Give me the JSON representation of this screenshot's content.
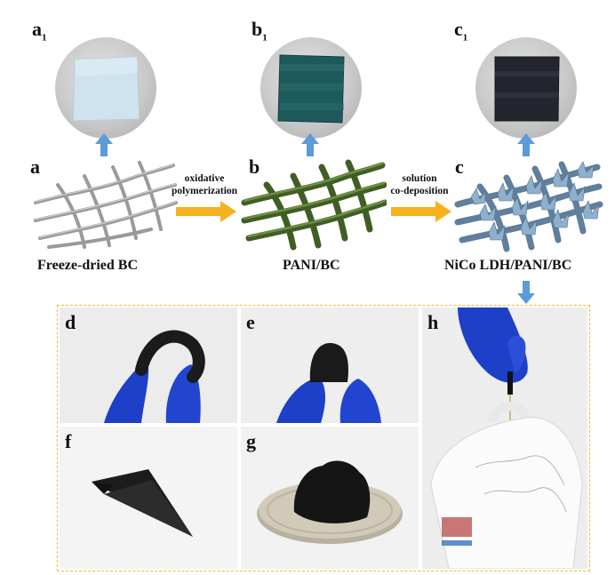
{
  "panels": {
    "a1": {
      "letter": "a",
      "sub": "1"
    },
    "b1": {
      "letter": "b",
      "sub": "1"
    },
    "c1": {
      "letter": "c",
      "sub": "1"
    },
    "a": {
      "letter": "a",
      "caption": "Freeze-dried BC"
    },
    "b": {
      "letter": "b",
      "caption": "PANI/BC"
    },
    "c": {
      "letter": "c",
      "caption": "NiCo LDH/PANI/BC"
    },
    "d": {
      "letter": "d"
    },
    "e": {
      "letter": "e"
    },
    "f": {
      "letter": "f"
    },
    "g": {
      "letter": "g"
    },
    "h": {
      "letter": "h"
    }
  },
  "arrows": {
    "ab": {
      "line1": "oxidative",
      "line2": "polymerization"
    },
    "bc": {
      "line1": "solution",
      "line2": "co-deposition"
    }
  },
  "colors": {
    "arrow_orange": "#f6b21c",
    "arrow_blue": "#5a9bd8",
    "dash_border": "#f3b63a",
    "bc_fiber": "#9a9a9a",
    "pani_fiber": "#4d6b2e",
    "ldh_fiber": "#5f7f9c",
    "glove_blue": "#1e3fc8"
  }
}
